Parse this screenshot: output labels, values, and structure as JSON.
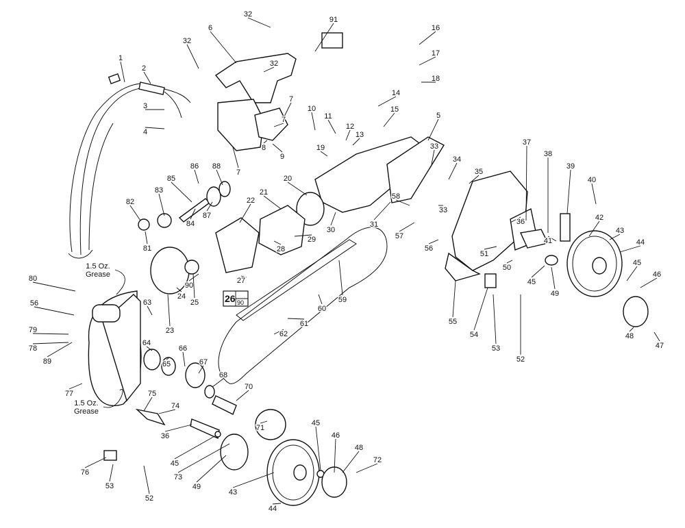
{
  "diagram": {
    "callouts": [
      "1",
      "2",
      "3",
      "4",
      "32",
      "32",
      "32",
      "6",
      "91",
      "16",
      "17",
      "18",
      "14",
      "15",
      "10",
      "11",
      "12",
      "13",
      "19",
      "5",
      "7",
      "7",
      "7",
      "8",
      "9",
      "86",
      "88",
      "83",
      "85",
      "87",
      "84",
      "82",
      "81",
      "20",
      "21",
      "22",
      "29",
      "28",
      "30",
      "31",
      "33",
      "34",
      "35",
      "33",
      "58",
      "57",
      "56",
      "37",
      "38",
      "39",
      "40",
      "42",
      "43",
      "44",
      "36",
      "41",
      "51",
      "50",
      "45",
      "49",
      "45",
      "46",
      "48",
      "47",
      "55",
      "54",
      "53",
      "52",
      "59",
      "60",
      "61",
      "62",
      "27",
      "90",
      "24",
      "25",
      "23",
      "63",
      "80",
      "56",
      "79",
      "78",
      "89",
      "77",
      "64",
      "65",
      "66",
      "67",
      "68",
      "70",
      "71",
      "75",
      "74",
      "36",
      "45",
      "49",
      "73",
      "43",
      "44",
      "45",
      "46",
      "48",
      "72",
      "76",
      "53",
      "52"
    ],
    "notes": [
      "1.5 Oz.\nGrease",
      "1.5 Oz.\nGrease"
    ],
    "note_lines": [
      [
        "1.5 Oz.",
        "Grease"
      ],
      [
        "1.5 Oz.",
        "Grease"
      ]
    ],
    "boxed_label": {
      "top": "26",
      "bottom": "90"
    }
  }
}
